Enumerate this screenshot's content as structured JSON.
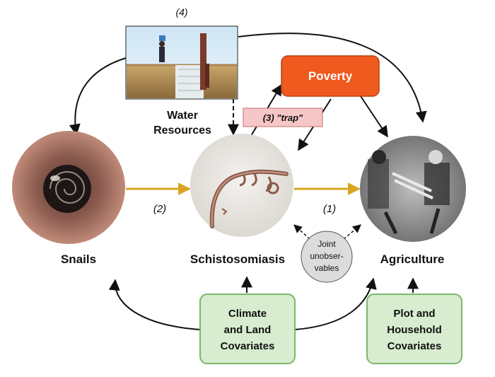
{
  "nodes": {
    "water_resources": {
      "line1": "Water",
      "line2": "Resources",
      "tag": "(4)"
    },
    "poverty": {
      "label": "Poverty"
    },
    "trap": {
      "label": "(3) \"trap\""
    },
    "snails": {
      "label": "Snails"
    },
    "schistosomiasis": {
      "label": "Schistosomiasis"
    },
    "agriculture": {
      "label": "Agriculture"
    },
    "joint": {
      "line1": "Joint",
      "line2": "unobser-",
      "line3": "vables"
    },
    "climate": {
      "line1": "Climate",
      "line2": "and Land",
      "line3": "Covariates"
    },
    "plot": {
      "line1": "Plot and",
      "line2": "Household",
      "line3": "Covariates"
    }
  },
  "edges": {
    "snails_to_schisto": {
      "label": "(2)"
    },
    "schisto_to_agri": {
      "label": "(1)"
    }
  },
  "colors": {
    "poverty_fill": "#f05a1e",
    "trap_fill": "#f7c6c6",
    "covariate_fill": "#d8ecd0",
    "covariate_border": "#7ab86a",
    "causal_arrow": "#d9a520",
    "joint_fill": "#dcdcdc"
  }
}
